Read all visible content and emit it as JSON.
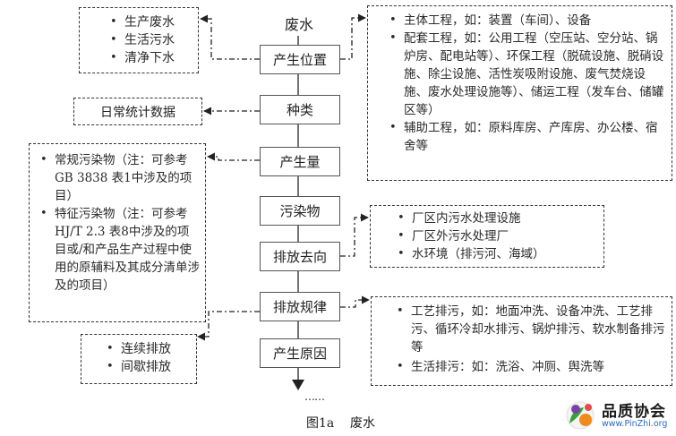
{
  "diagram": {
    "title": "废水",
    "flow_steps": [
      "产生位置",
      "种类",
      "产生量",
      "污染物",
      "排放去向",
      "排放规律",
      "产生原因"
    ],
    "continuation": "……",
    "types_box": [
      "生产废水",
      "生活污水",
      "清净下水"
    ],
    "volume_box": "日常统计数据",
    "pollutants_box": [
      "常规污染物（注：可参考GB 3838 表1中涉及的项目）",
      "特征污染物（注：可参考HJ/T 2.3 表8中涉及的项目或/和产品生产过程中使用的原辅料及其成分清单涉及的项目）"
    ],
    "discharge_pattern_box": [
      "连续排放",
      "间歇排放"
    ],
    "location_box": [
      "主体工程，如：装置（车间）、设备",
      "配套工程，如：公用工程（空压站、空分站、锅炉房、配电站等）、环保工程（脱硫设施、脱硝设施、除尘设施、活性炭吸附设施、废气焚烧设施、废水处理设施等）、储运工程（发车台、储罐区等）",
      "辅助工程，如：原料库房、产库房、办公楼、宿舍等"
    ],
    "destination_box": [
      "厂区内污水处理设施",
      "厂区外污水处理厂",
      "水环境（排污河、海域）"
    ],
    "cause_box": [
      "工艺排污，如：地面冲洗、设备冲洗、工艺排污、循环冷却水排污、锅炉排污、软水制备排污等",
      "生活排污：如：洗浴、冲厕、舆洗等"
    ],
    "caption": "图1a    废水"
  },
  "logo": {
    "name": "品质协会",
    "url": "www.PinZhi.org"
  }
}
